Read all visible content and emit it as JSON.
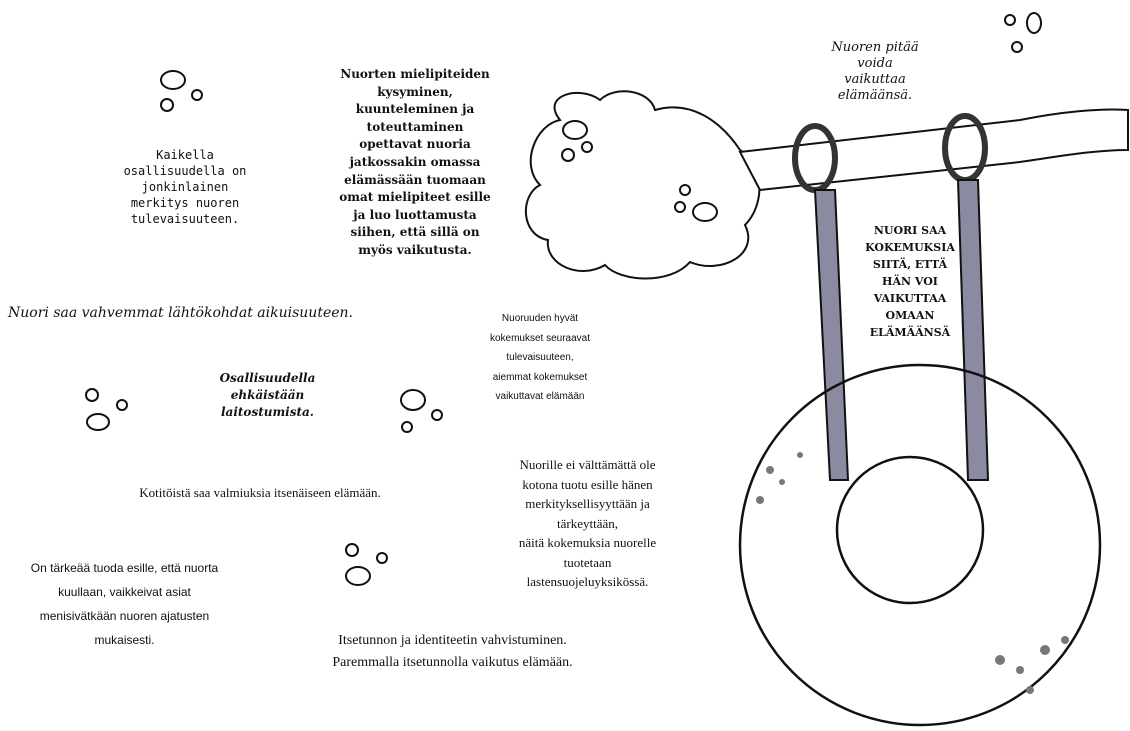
{
  "texts": {
    "kaikella": [
      "Kaikella",
      "osallisuudella on",
      "jonkinlainen",
      "merkitys nuoren",
      "tulevaisuuteen."
    ],
    "nuorten": [
      "Nuorten mielipiteiden",
      "kysyminen,",
      "kuunteleminen ja",
      "toteuttaminen",
      "opettavat nuoria",
      "jatkossakin omassa",
      "elämässään tuomaan",
      "omat mielipiteet  esille",
      "ja luo luottamusta",
      "siihen, että sillä on",
      "myös vaikutusta."
    ],
    "nuoren_pitaa": [
      "Nuoren pitää",
      "voida",
      "vaikuttaa",
      "elämäänsä."
    ],
    "nuori_saa_kok": [
      "NUORI SAA",
      "KOKEMUKSIA",
      "SIITÄ, ETTÄ",
      "HÄN VOI",
      "VAIKUTTAA",
      "OMAAN",
      "ELÄMÄÄNSÄ"
    ],
    "nuori_vahvemmat": "Nuori saa vahvemmat lähtökohdat aikuisuuteen.",
    "nuoruuden": [
      "Nuoruuden hyvät",
      "kokemukset seuraavat",
      "tulevaisuuteen,",
      "aiemmat kokemukset",
      "vaikuttavat elämään"
    ],
    "osallisuudella": [
      "Osallisuudella",
      "ehkäistään",
      "laitostumista."
    ],
    "nuorille": [
      "Nuorille ei välttämättä ole",
      "kotona tuotu esille hänen",
      "merkityksellisyyttään ja",
      "tärkeyttään,",
      "näitä kokemuksia nuorelle",
      "tuotetaan",
      "lastensuojeluyksikössä."
    ],
    "kotitoista": "Kotitöistä saa valmiuksia itsenäiseen elämään.",
    "on_tarkeaa": [
      "On tärkeää tuoda esille, että nuorta",
      "kuullaan, vaikkeivat asiat",
      "menisivätkään nuoren ajatusten",
      "mukaisesti."
    ],
    "itsetunnon": [
      "Itsetunnon ja identiteetin vahvistuminen.",
      "Paremmalla itsetunnolla vaikutus elämään."
    ]
  },
  "colors": {
    "ink": "#111111",
    "rope": "#6a6a7a",
    "bg": "#ffffff"
  }
}
